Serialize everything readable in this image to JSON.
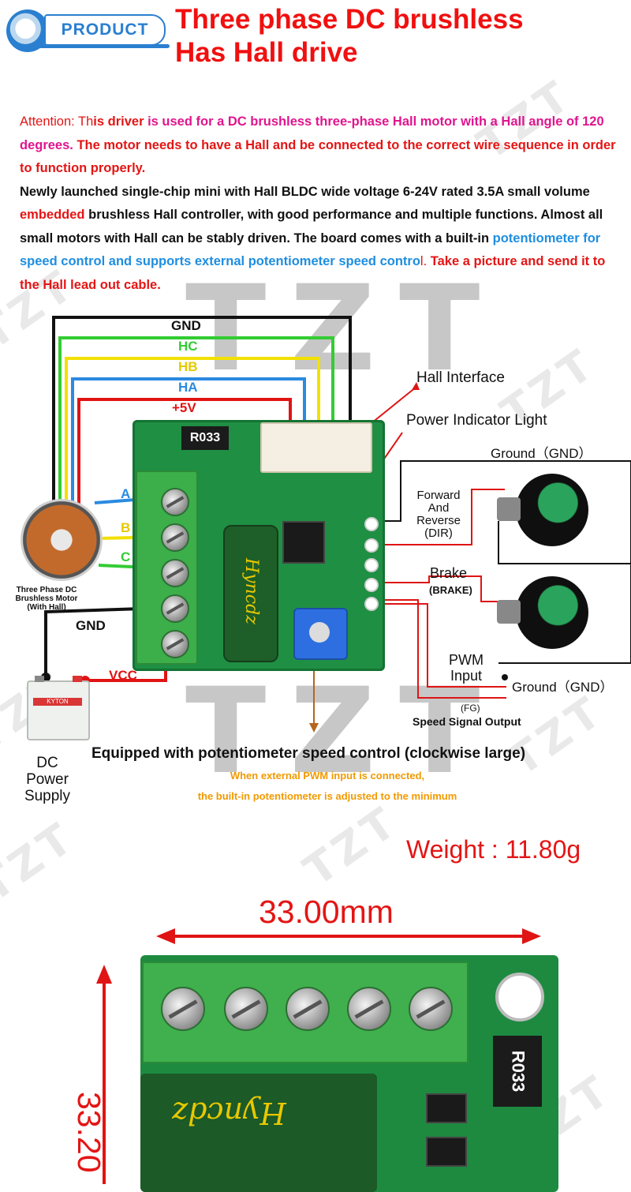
{
  "header": {
    "logo_label": "PRODUCT",
    "title_line1": "Three phase DC brushless",
    "title_line2": "Has Hall drive"
  },
  "description": {
    "p1_a": "Attention: ",
    "p1_b": "Th",
    "p1_c": "is driver ",
    "p1_d": "is used for a DC brushless three-phase Hall motor with a Hall angle of 120 degrees.",
    "p1_e": " The motor needs to have a Hall and be connected to the correct wire sequence in order to function properly.",
    "p2_a": "Newly launched single-chip mini with Hall BLDC wide voltage 6-24V rated 3.5A small volume ",
    "p2_b": "embedded",
    "p2_c": " brushless Hall controller, with good performance and multiple functions. Almost all small motors with Hall can be stably driven. The board comes with a built-in ",
    "p2_d": "potentiometer for speed control and supports external potentiometer speed contro",
    "p2_e": "l. ",
    "p2_f": "Take a picture and send it to the Hall lead out cable."
  },
  "watermark": {
    "text": "TZT"
  },
  "diagram": {
    "wires": {
      "gnd": "GND",
      "hc": "HC",
      "hb": "HB",
      "ha": "HA",
      "v5": "+5V"
    },
    "phases": {
      "a": "A",
      "b": "B",
      "c": "C"
    },
    "board_resistor": "R033",
    "cap_label": "Hyncdz",
    "hall_interface": "Hall Interface",
    "power_indicator": "Power Indicator Light",
    "ground_top": "Ground（GND）",
    "dir_label_1": "Forward",
    "dir_label_2": "And",
    "dir_label_3": "Reverse",
    "dir_label_4": "(DIR)",
    "brake": "Brake",
    "brake_sub": "(BRAKE)",
    "pwm_1": "PWM",
    "pwm_2": "Input",
    "ground_bottom": "Ground（GND）",
    "fg": "(FG)",
    "fg_sub": "Speed Signal Output",
    "motor_1": "Three Phase DC",
    "motor_2": "Brushless Motor",
    "motor_3": "(With Hall)",
    "gnd_batt": "GND",
    "vcc": "VCC",
    "battery_label": "KYTON",
    "dc_1": "DC",
    "dc_2": "Power",
    "dc_3": "Supply",
    "pot_caption": "Equipped with potentiometer speed control (clockwise large)",
    "pwm_note_1": "When external PWM input is connected,",
    "pwm_note_2": "the built-in potentiometer is adjusted to the minimum"
  },
  "specs": {
    "weight": "Weight : 11.80g",
    "width": "33.00mm",
    "height": "33.20"
  },
  "photo": {
    "resistor": "R033",
    "cap_label": "Hyncdz"
  },
  "colors": {
    "title_red": "#f01010",
    "brand_blue": "#2a7fd0",
    "wire_black": "#111111",
    "wire_green": "#33cc33",
    "wire_yellow": "#f2e000",
    "wire_blue": "#2a8ae0",
    "wire_red": "#e01414",
    "note_orange": "#f29a00"
  }
}
